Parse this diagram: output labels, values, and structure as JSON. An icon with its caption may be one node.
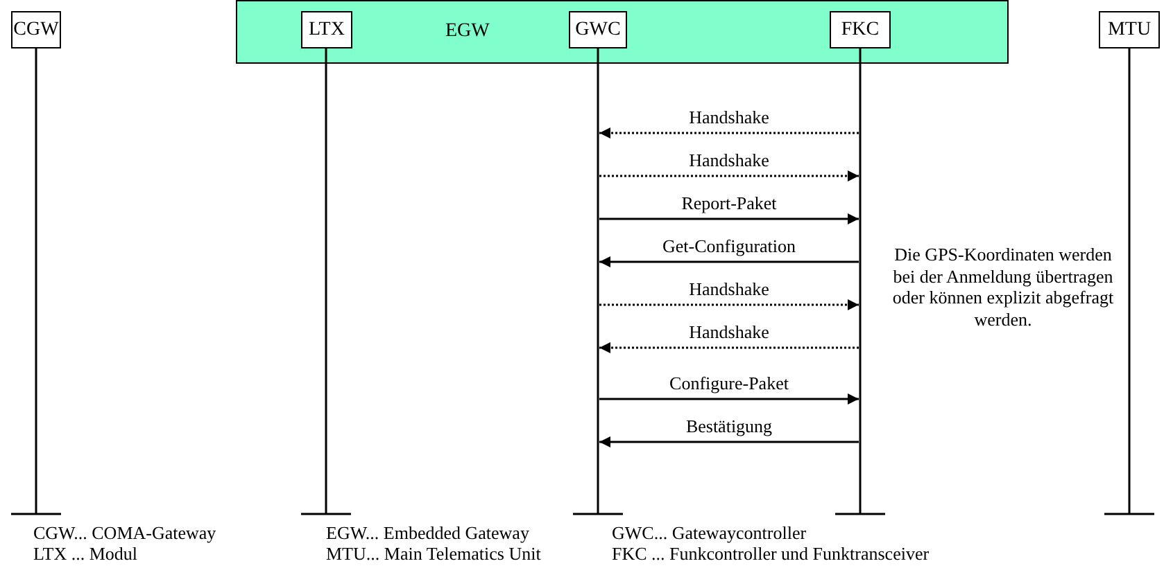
{
  "diagram": {
    "nodes": [
      {
        "text": [
          "CGW"
        ]
      },
      {
        "text": [
          "EGW"
        ]
      },
      {
        "text": [
          "LTX"
        ]
      },
      {
        "text": [
          "GWC"
        ]
      },
      {
        "text": [
          "FKC"
        ]
      },
      {
        "text": [
          "MTU"
        ]
      }
    ],
    "edges": [
      {
        "from": 4,
        "to": 3,
        "arrow": "to",
        "label": "Handshake",
        "style": "dashed"
      },
      {
        "from": 3,
        "to": 4,
        "arrow": "to",
        "label": "Handshake",
        "style": "dashed"
      },
      {
        "from": 3,
        "to": 4,
        "arrow": "to",
        "label": "Report-Paket"
      },
      {
        "from": 4,
        "to": 3,
        "arrow": "to",
        "label": "Get-Configuration"
      },
      {
        "from": 3,
        "to": 4,
        "arrow": "to",
        "label": "Handshake",
        "style": "dashed"
      },
      {
        "from": 4,
        "to": 3,
        "arrow": "to",
        "label": "Handshake",
        "style": "dashed"
      },
      {
        "from": 3,
        "to": 4,
        "arrow": "to",
        "label": "Configure-Paket"
      },
      {
        "from": 4,
        "to": 3,
        "arrow": "to",
        "label": "Bestätigung"
      }
    ],
    "labels": [
      "Die GPS-Koordinaten werden bei der Anmeldung übertragen oder können explizit abgefragt werden.",
      "CGW... COMA-Gateway",
      "EGW... Embedded Gateway",
      "GWC... Gatewaycontroller",
      "LTX ... Modul",
      "MTU... Main Telematics Unit",
      "FKC ... Funkcontroller und Funktransceiver"
    ]
  }
}
